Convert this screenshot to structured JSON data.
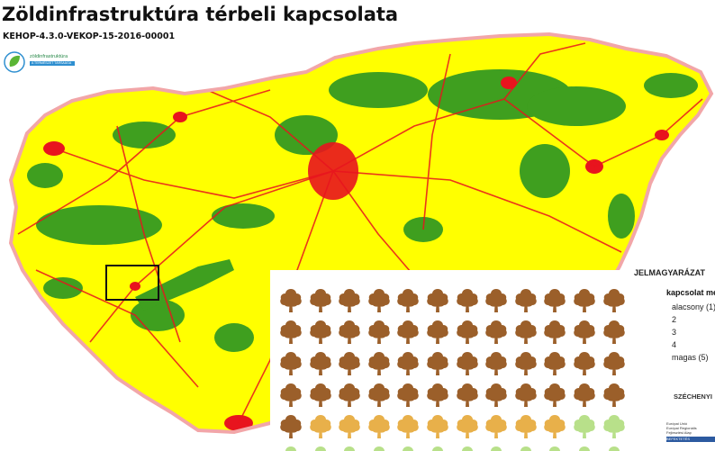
{
  "header": {
    "title": "Zöldinfrastruktúra térbeli kapcsolata",
    "project_code": "KEHOP-4.3.0-VEKOP-15-2016-00001",
    "logo_text": "zöldinfrastruktúra",
    "logo_subtext": "A TERMÉSZET TÁRSAÁGA"
  },
  "legend": {
    "title": "JELMAGYARÁZAT",
    "heading": "kapcsolat mé",
    "items": [
      "alacsony (1)",
      "2",
      "3",
      "4",
      "magas (5)"
    ],
    "funder": "SZÉCHENYI",
    "eu_lines": [
      "Európai Unió",
      "Európai Regionális",
      "Fejlesztési Alap"
    ],
    "eu_bar": "BEFEKTETÉS"
  },
  "colors": {
    "low": "#e8141e",
    "mid": "#ffff00",
    "high": "#3f9f1f",
    "border": "#f2a6a8",
    "tree_dark": "#9b5f2a",
    "tree_mid": "#e8b04a",
    "tree_light": "#b8e08a"
  },
  "tree_grid": {
    "rows": [
      [
        "dark",
        "dark",
        "dark",
        "dark",
        "dark",
        "dark",
        "dark",
        "dark",
        "dark",
        "dark",
        "dark",
        "dark"
      ],
      [
        "dark",
        "dark",
        "dark",
        "dark",
        "dark",
        "dark",
        "dark",
        "dark",
        "dark",
        "dark",
        "dark",
        "dark"
      ],
      [
        "dark",
        "dark",
        "dark",
        "dark",
        "dark",
        "dark",
        "dark",
        "dark",
        "dark",
        "dark",
        "dark",
        "dark"
      ],
      [
        "dark",
        "dark",
        "dark",
        "dark",
        "dark",
        "dark",
        "dark",
        "dark",
        "dark",
        "dark",
        "dark",
        "dark"
      ],
      [
        "dark",
        "mid",
        "mid",
        "mid",
        "mid",
        "mid",
        "mid",
        "mid",
        "mid",
        "mid",
        "light",
        "light"
      ],
      [
        "light",
        "light",
        "light",
        "light",
        "light",
        "light",
        "light",
        "light",
        "light",
        "light",
        "light",
        "light"
      ]
    ]
  }
}
